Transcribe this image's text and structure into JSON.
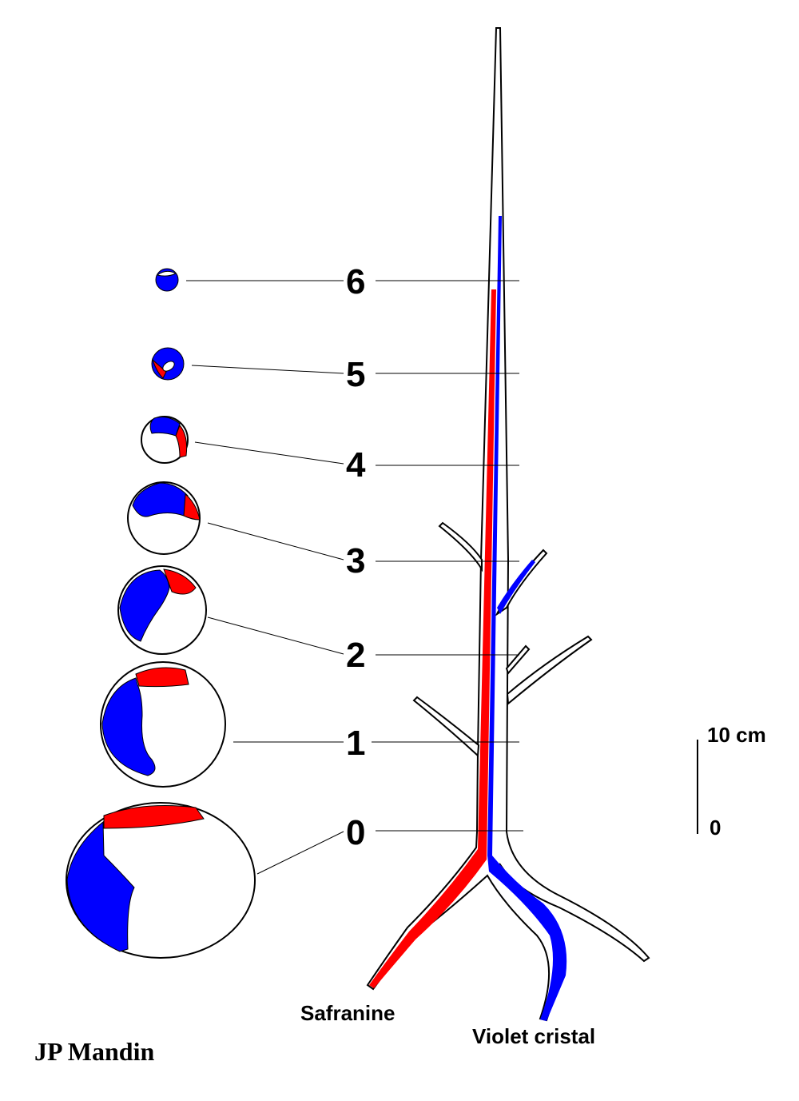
{
  "colors": {
    "safranine": "#ff0000",
    "violet": "#0000ff",
    "outline": "#000000"
  },
  "levels": [
    "0",
    "1",
    "2",
    "3",
    "4",
    "5",
    "6"
  ],
  "stains": {
    "safranine": "Safranine",
    "violet": "Violet cristal"
  },
  "scale": {
    "top": "10 cm",
    "bottom": "0"
  },
  "author": "JP Mandin"
}
